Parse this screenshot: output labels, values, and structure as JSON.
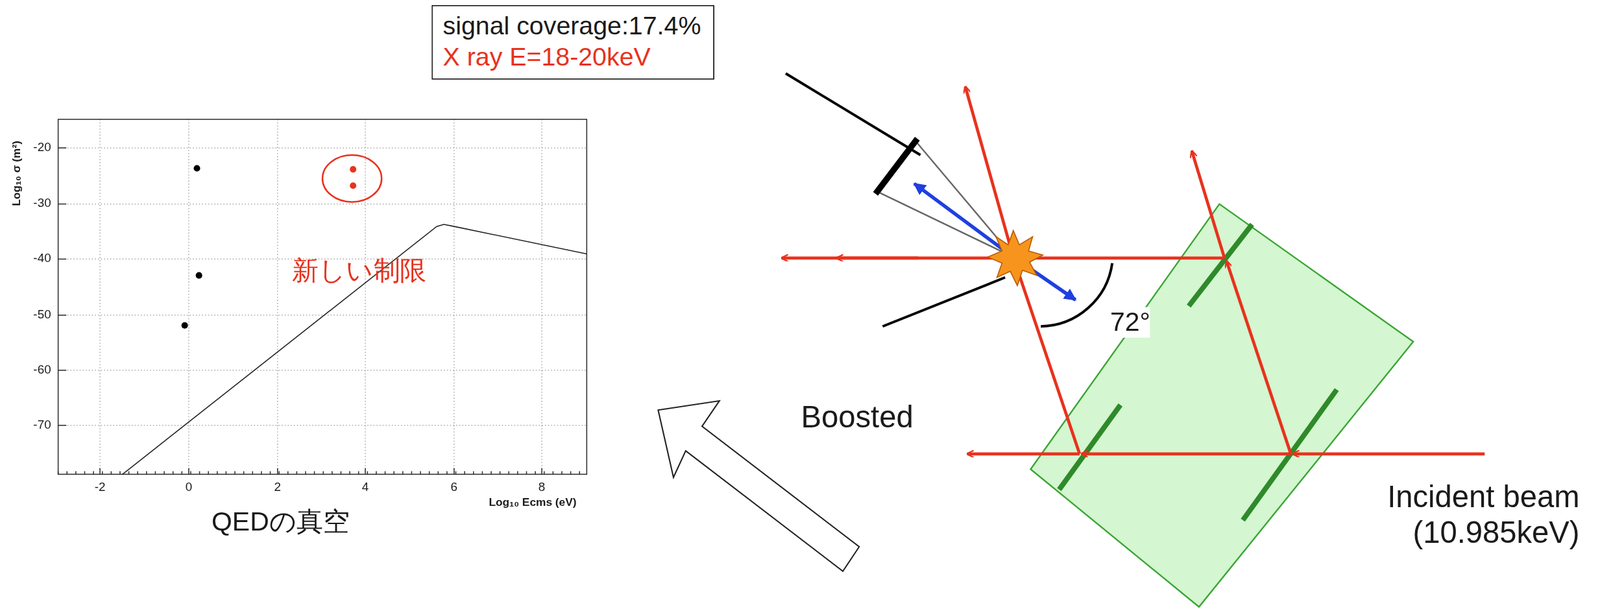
{
  "diagram": {
    "nodes": [
      {
        "text": [
          "signal coverage:17.4%",
          "X ray E=18-20keV"
        ]
      }
    ],
    "labels": [
      "-20",
      "-30",
      "-40",
      "-50",
      "-60",
      "-70",
      "-2",
      "0",
      "2",
      "4",
      "6",
      "8",
      "Log₁₀ σ (m²)",
      "Log₁₀ Ecms (eV)",
      "新しい制限",
      "QEDの真空",
      "Boosted",
      "72°",
      "Incident beam (10.985keV)"
    ]
  }
}
